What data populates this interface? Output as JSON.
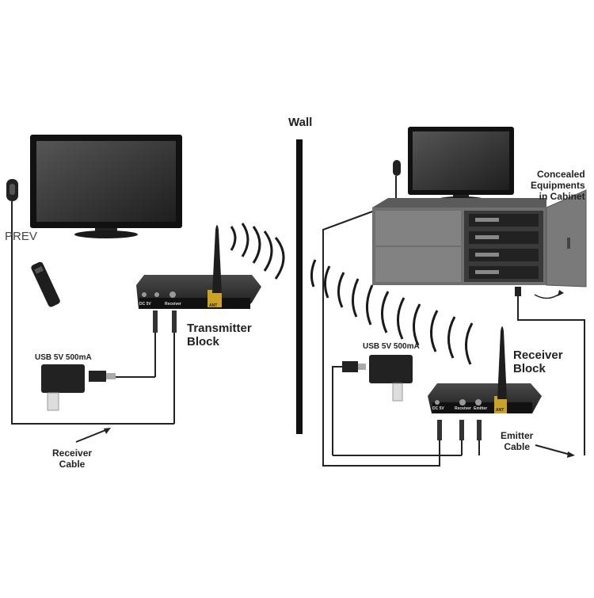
{
  "labels": {
    "wall": "Wall",
    "prev": "PREV",
    "transmitter_block": "Transmitter\nBlock",
    "receiver_block": "Receiver\nBlock",
    "usb_left": "USB 5V 500mA",
    "usb_right": "USB 5V 500mA",
    "receiver_cable": "Receiver\nCable",
    "emitter_cable": "Emitter\nCable",
    "concealed": "Concealed\nEquipments\nin Cabinet"
  },
  "device_port_labels": {
    "left": [
      "DC 5V",
      "Receiver",
      "ANT"
    ],
    "right": [
      "DC 5V",
      "Receiver",
      "Emitter",
      "ANT"
    ]
  },
  "colors": {
    "device_body": "#2b2b2b",
    "screen": "#3a3a3a",
    "cabinet": "#6f6f6f",
    "cabinet_shelf": "#828282",
    "wave": "#1a1a1a",
    "antenna_base": "#c9a227"
  }
}
